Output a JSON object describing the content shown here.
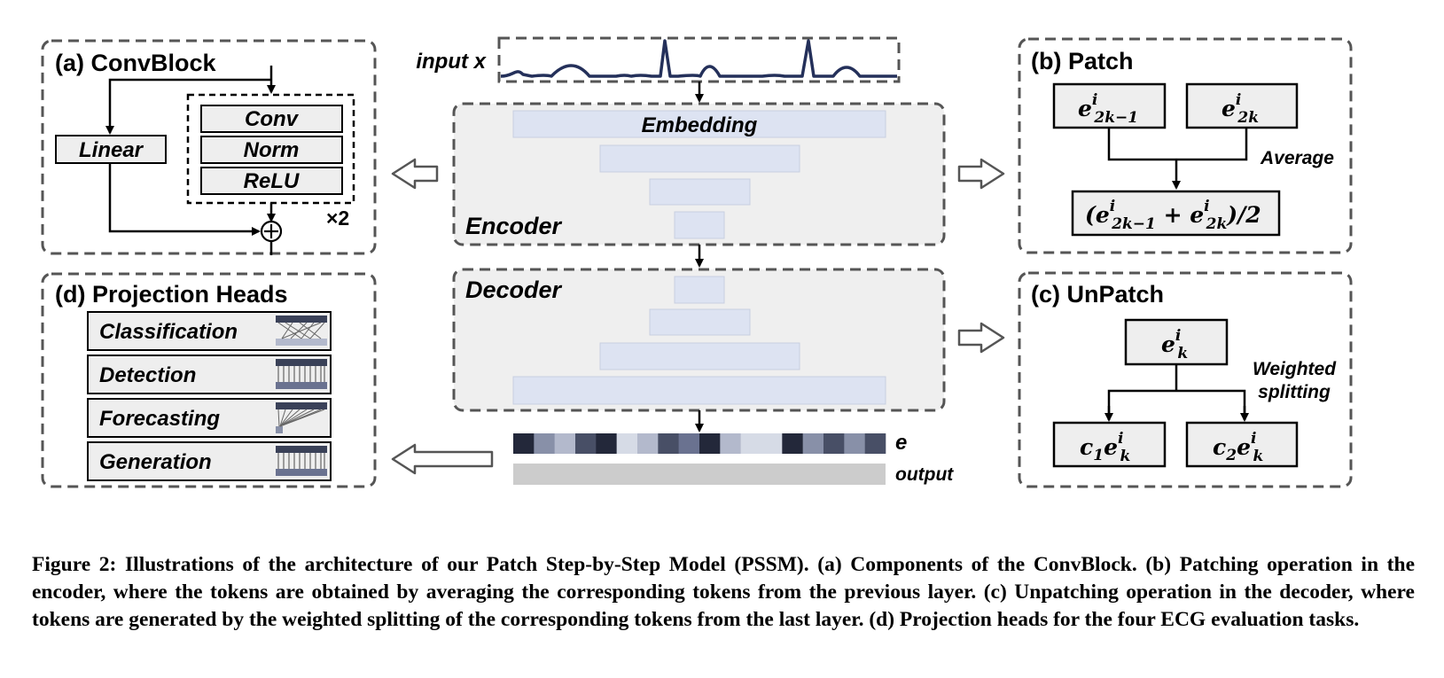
{
  "convblock": {
    "title": "(a) ConvBlock",
    "linear": "Linear",
    "conv": "Conv",
    "norm": "Norm",
    "relu": "ReLU",
    "repeat": "×2"
  },
  "projection": {
    "title": "(d) Projection Heads",
    "heads": [
      "Classification",
      "Detection",
      "Forecasting",
      "Generation"
    ]
  },
  "center": {
    "input_label": "input x",
    "embedding": "Embedding",
    "encoder": "Encoder",
    "decoder": "Decoder",
    "e_label": "e",
    "output_label": "output",
    "token_colors": [
      "#23283a",
      "#8890a8",
      "#b3b9cc",
      "#484f66",
      "#23283a",
      "#d6dbe6",
      "#b3b9cc",
      "#484f66",
      "#6a7290",
      "#23283a",
      "#b3b9cc",
      "#d6dbe6",
      "#d6dbe6",
      "#23283a",
      "#8890a8",
      "#484f66",
      "#8890a8",
      "#484f66"
    ]
  },
  "patch": {
    "title": "(b) Patch",
    "average": "Average",
    "e_base": "e",
    "sup": "i",
    "sub_left": "2k−1",
    "sub_right": "2k",
    "result_open": "(e",
    "result_plus": " + e",
    "result_close": ")/2"
  },
  "unpatch": {
    "title": "(c) UnPatch",
    "weighted": "Weighted",
    "splitting": "splitting",
    "e_base": "e",
    "sup": "i",
    "sub": "k",
    "c1": "c",
    "c1_sub": "1",
    "c2": "c",
    "c2_sub": "2"
  },
  "caption": "Figure 2: Illustrations of the architecture of our Patch Step-by-Step Model (PSSM). (a) Components of the ConvBlock. (b) Patching operation in the encoder, where the tokens are obtained by averaging the corresponding tokens from the previous layer. (c) Unpatching operation in the decoder, where tokens are generated by the weighted splitting of the corresponding tokens from the last layer. (d) Projection heads for the four ECG evaluation tasks."
}
